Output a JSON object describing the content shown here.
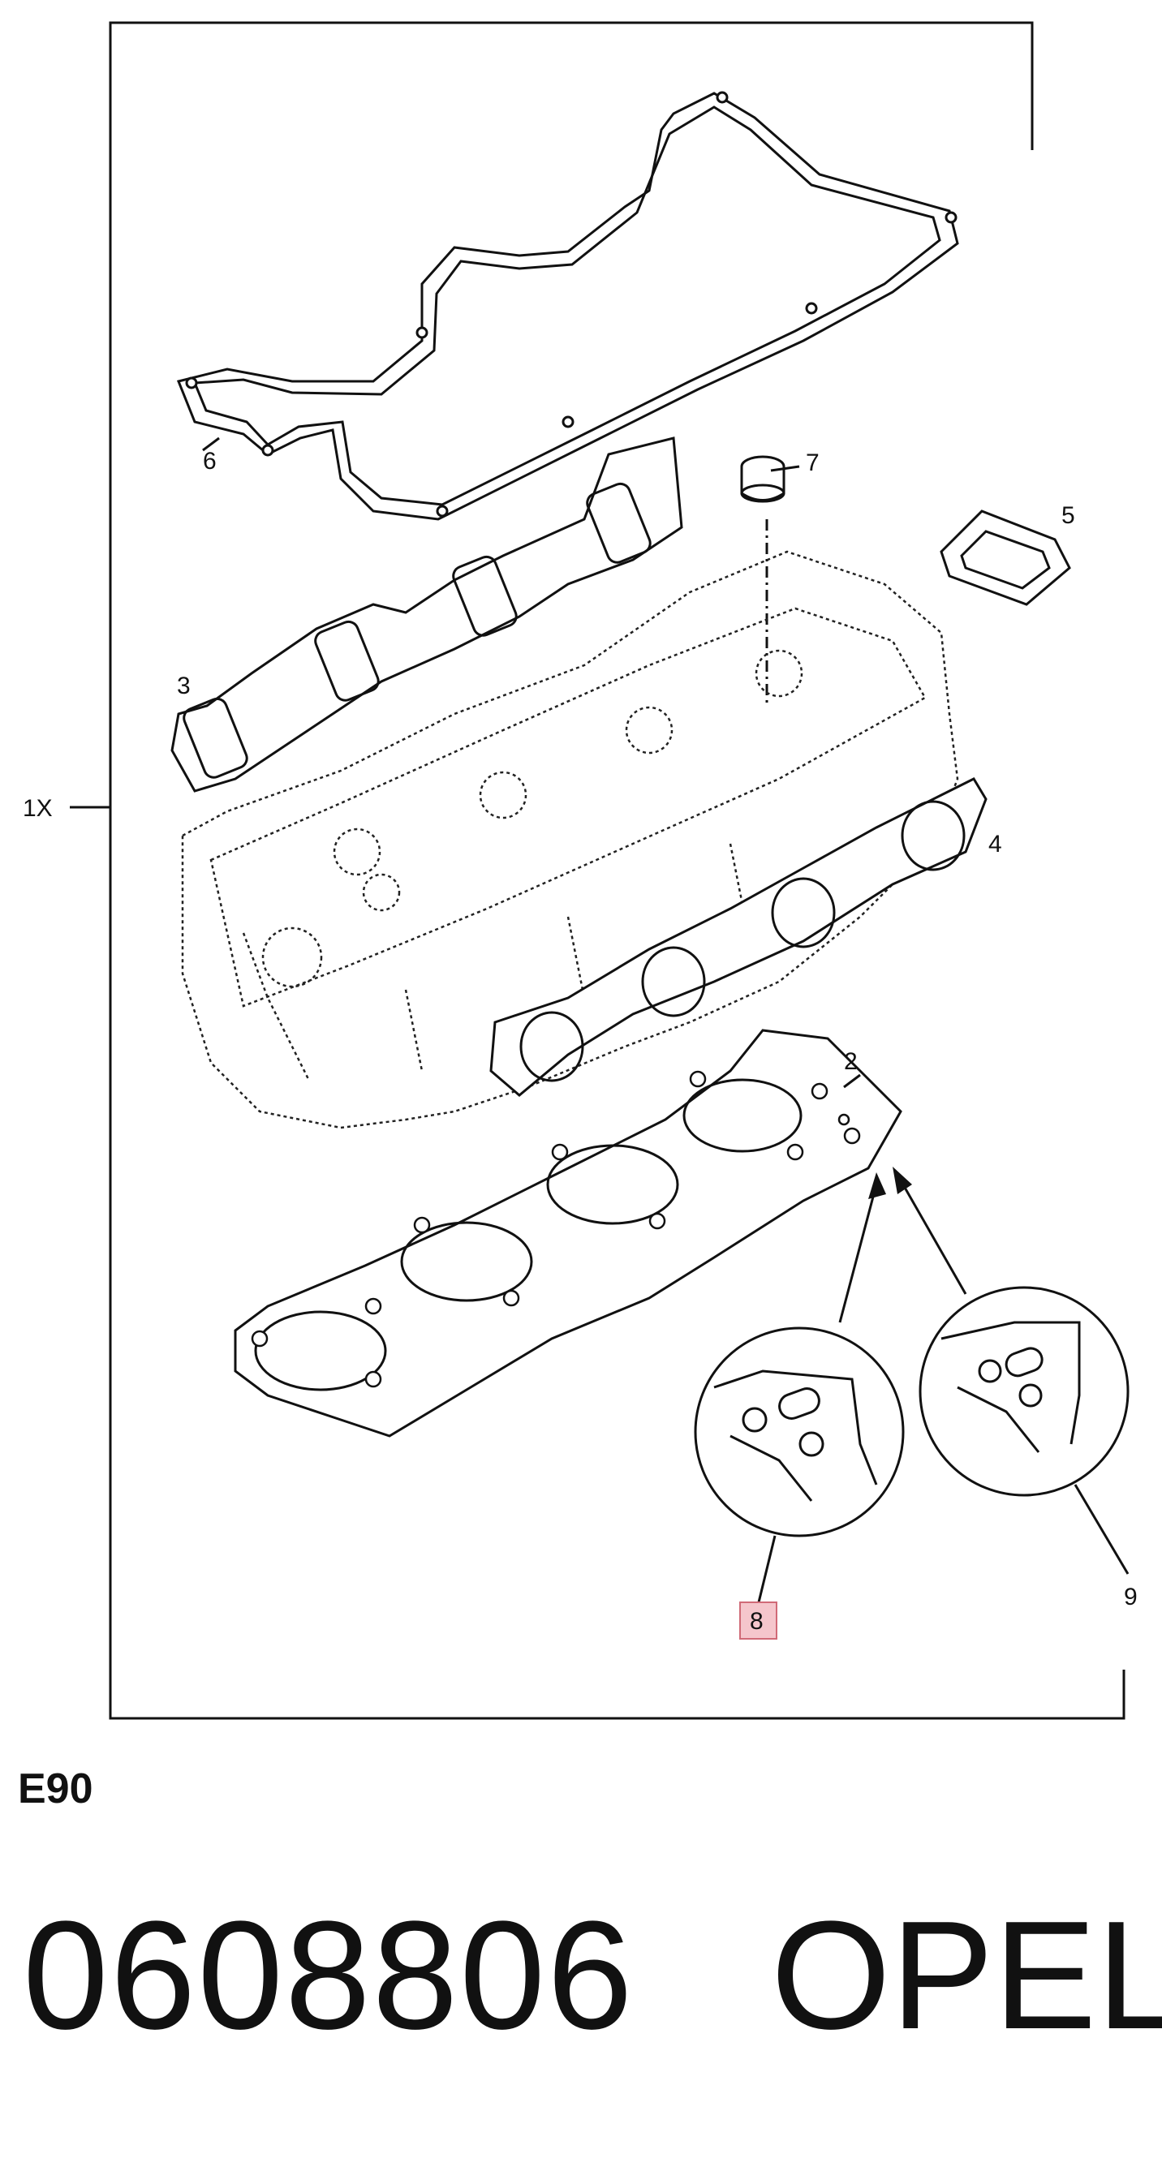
{
  "callouts": {
    "set": "1X",
    "head_gasket": "2",
    "intake_gasket": "3",
    "exhaust_gasket": "4",
    "small_gasket": "5",
    "cover_gasket": "6",
    "seal": "7",
    "variant_a": "8",
    "variant_b": "9"
  },
  "highlight_color": "#f5c6cc",
  "catalog_code": "E90",
  "part_number": "0608806",
  "brand": "OPEL"
}
